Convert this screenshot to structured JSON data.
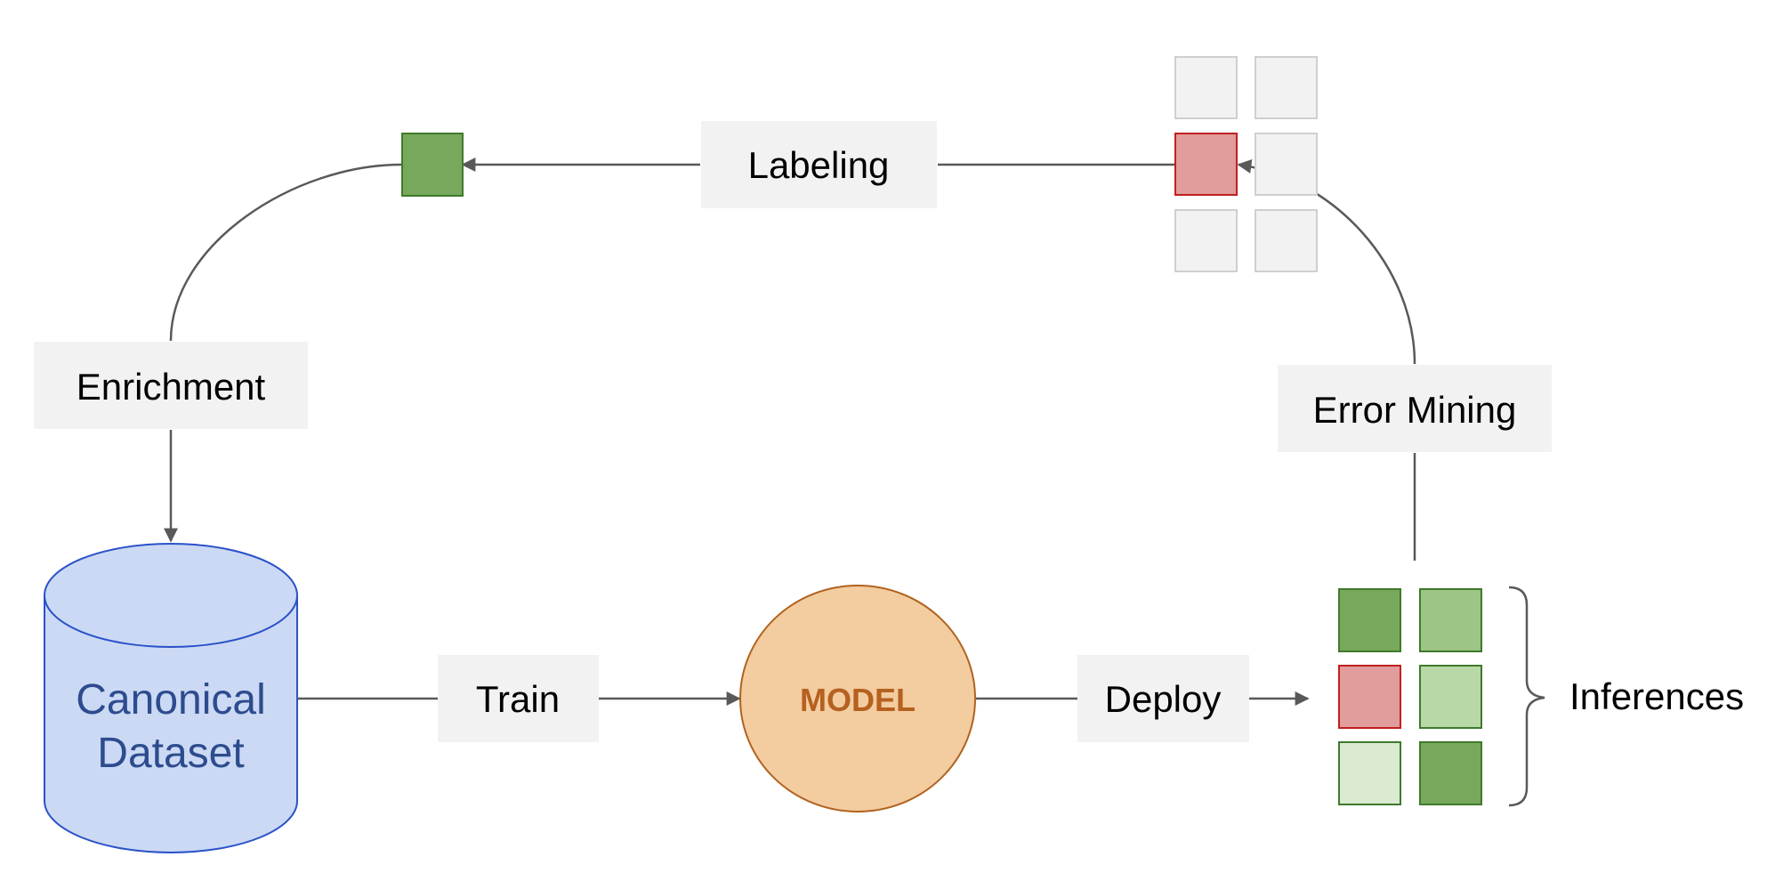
{
  "labels": {
    "labeling": "Labeling",
    "enrichment": "Enrichment",
    "error_mining": "Error Mining",
    "train": "Train",
    "deploy": "Deploy",
    "inferences": "Inferences"
  },
  "dataset": {
    "line1": "Canonical",
    "line2": "Dataset"
  },
  "model": {
    "label": "MODEL"
  },
  "colors": {
    "label_box_fill": "#f2f2f2",
    "connector": "#595959",
    "dataset_fill": "#cbd9f4",
    "dataset_stroke": "#2a52c8",
    "dataset_text": "#2d4c8e",
    "model_fill": "#f3cca0",
    "model_stroke": "#b0631f",
    "model_text": "#b5611f",
    "correct_dark": "#77a85b",
    "correct_medium": "#9dc585",
    "correct_light": "#b9d8a8",
    "correct_pale": "#dbead3",
    "correct_stroke": "#3f7a2c",
    "error_fill": "#e19c9c",
    "error_stroke": "#c0201f",
    "empty_fill": "#f2f2f2",
    "empty_stroke": "#cfcfcf"
  }
}
